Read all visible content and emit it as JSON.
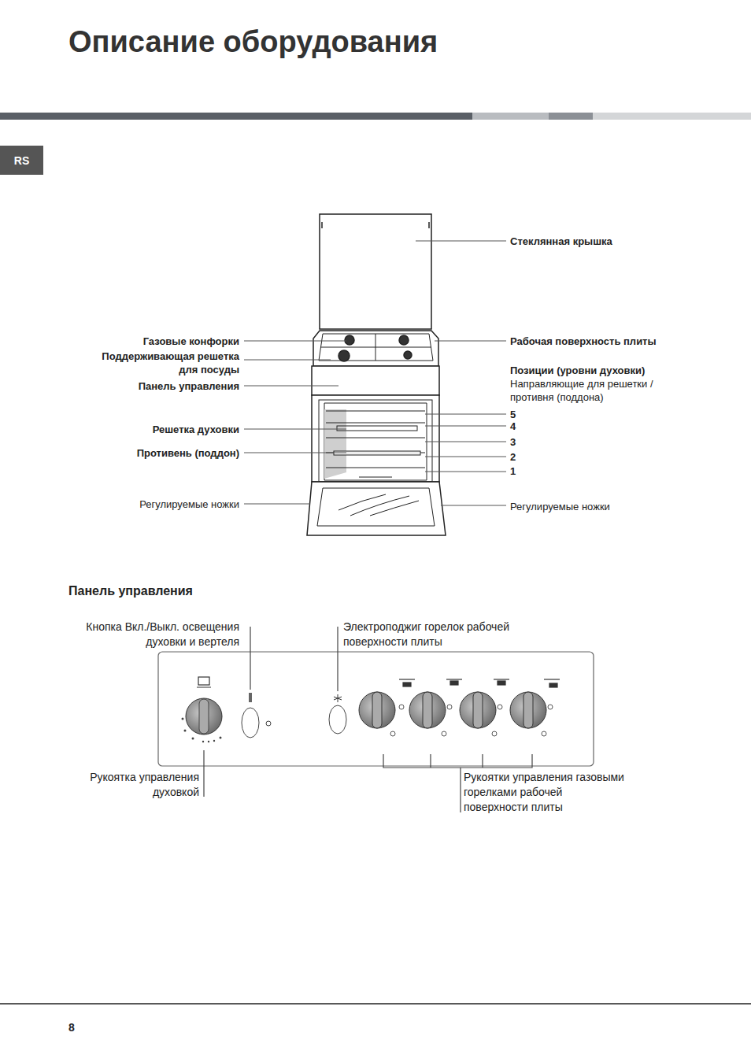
{
  "diagram": {
    "title": "Описание оборудования",
    "nodes": [
      {
        "text": [
          "RS"
        ]
      }
    ],
    "labels": [
      "Стеклянная крышка",
      "Газовые конфорки",
      "Рабочая поверхность плиты",
      "Поддерживающая решетка для посуды",
      "Позиции (уровни духовки)",
      "Направляющие для решетки / противня (поддона)",
      "Панель управления",
      "5",
      "4",
      "3",
      "2",
      "1",
      "Решетка духовки",
      "Противень (поддон)",
      "Регулируемые ножки",
      "Регулируемые ножки",
      "Панель управления",
      "Кнопка Вкл./Выкл. освещения духовки и вертеля",
      "Электроподжиг горелок рабочей поверхности плиты",
      "Рукоятка управления духовкой",
      "Рукоятки управления газовыми горелками рабочей поверхности плиты",
      "8"
    ]
  }
}
